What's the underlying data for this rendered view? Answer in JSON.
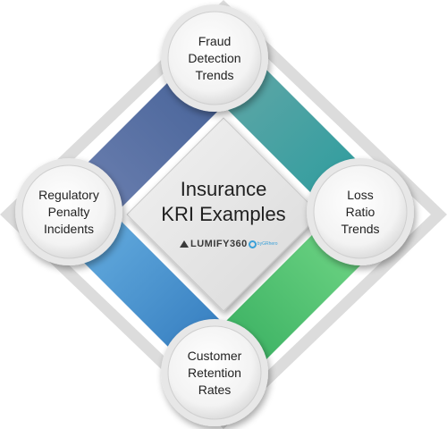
{
  "diagram": {
    "center": {
      "title": "Insurance\nKRI Examples"
    },
    "brand": {
      "name": "LUMIFY360",
      "tagline": "byGRhero"
    },
    "nodes": {
      "top": "Fraud\nDetection\nTrends",
      "left": "Regulatory\nPenalty\nIncidents",
      "right": "Loss\nRatio\nTrends",
      "bottom": "Customer\nRetention\nRates"
    },
    "colors": {
      "band_top_left": "#4f6a9e",
      "band_top_right": "#2a9a9a",
      "band_bottom_left": "#3e98d2",
      "band_bottom_right": "#3cc06a",
      "center_panel": "#e4e4e4",
      "node_fill": "#f6f6f6"
    }
  }
}
